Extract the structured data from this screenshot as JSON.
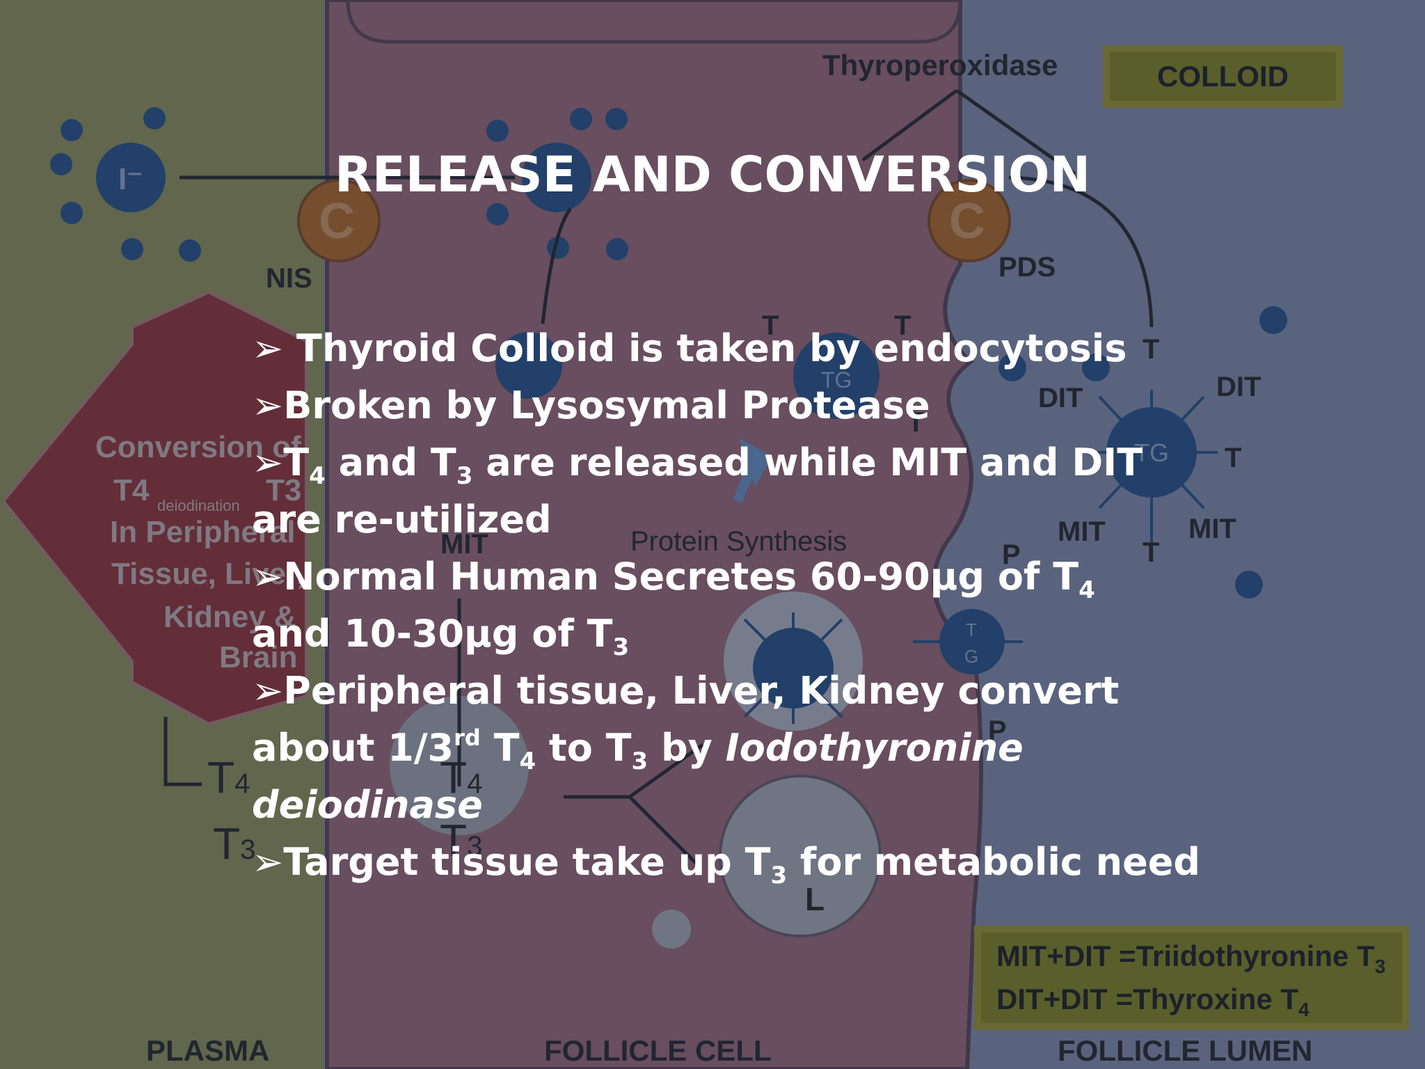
{
  "title": "RELEASE AND CONVERSION",
  "bullets": [
    {
      "marker": "➢",
      "segments": [
        " Thyroid Colloid is taken by endocytosis"
      ]
    },
    {
      "marker": "➢",
      "segments": [
        "Broken by Lysosymal Protease"
      ]
    },
    {
      "marker": "➢",
      "t4_label": "T",
      "t4_sub": "4",
      "and": " and T",
      "t3_sub": "3",
      "rest": " are released while MIT and DIT",
      "line2": "are re-utilized"
    },
    {
      "marker": "➢",
      "line1": "Normal Human Secretes 60-90µg of  T",
      "sub1": "4",
      "line2": "and 10-30µg of  T",
      "sub2": "3"
    },
    {
      "marker": "➢",
      "line1": "Peripheral tissue, Liver, Kidney convert",
      "line2a": "about 1/3",
      "sup": "rd",
      "line2b": " T",
      "sub_a": "4",
      "line2c": " to T",
      "sub_b": "3",
      "line2d": " by ",
      "italic1": "Iodothyronine",
      "italic2": "deiodinase"
    },
    {
      "marker": "➢",
      "line1a": "Target tissue take up T",
      "sub": "3",
      "line1b": " for metabolic need"
    }
  ],
  "background_labels": {
    "thyroperoxidase": "Thyroperoxidase",
    "colloid": "COLLOID",
    "nis": "NIS",
    "pds": "PDS",
    "iodide": "I⁻",
    "c": "C",
    "tg": "TG",
    "t": "T",
    "dit": "DIT",
    "mit": "MIT",
    "p": "P",
    "l": "L",
    "protein_synthesis": "Protein Synthesis",
    "conversion_lines": [
      "Conversion of",
      "T4",
      "deiodination",
      "T3",
      "In Peripheral",
      "Tissue, Liver,",
      "Kidney &",
      "Brain"
    ],
    "t4": "T",
    "t3": "T",
    "sub4": "4",
    "sub3": "3",
    "plasma": "PLASMA",
    "follicle_cell": "FOLLICLE CELL",
    "follicle_lumen": "FOLLICLE LUMEN",
    "tg_small_t": "T",
    "tg_small_g": "G"
  },
  "legend": {
    "line1": "MIT+DIT =Triidothyronine T",
    "line1_sub": "3",
    "line2": "DIT+DIT =Thyroxine T",
    "line2_sub": "4"
  },
  "colors": {
    "plasma": "#9a9a55",
    "follicle_cell": "#a86a78",
    "lumen": "#8c95b5",
    "arrow_red": "#9e2a2a",
    "node_blue": "#1d4f8c",
    "colloid_box": "#8a8a10"
  }
}
